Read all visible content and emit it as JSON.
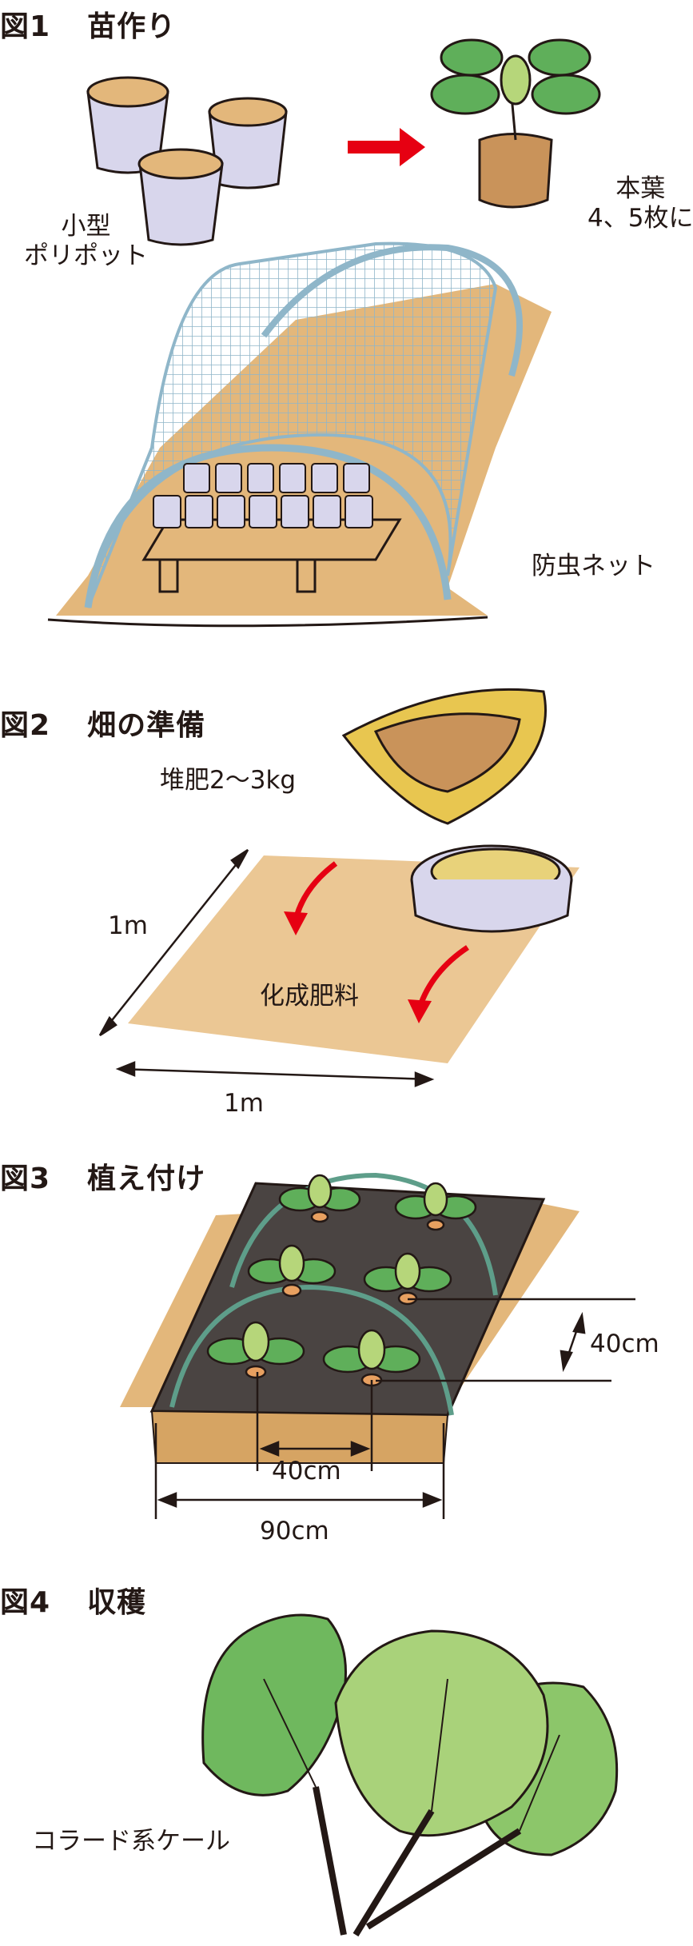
{
  "figure1": {
    "number": "図1",
    "title": "苗作り",
    "label_pot_line1": "小型",
    "label_pot_line2": "ポリポット",
    "label_leaves_line1": "本葉",
    "label_leaves_line2": "4、5枚に",
    "label_net": "防虫ネット"
  },
  "figure2": {
    "number": "図2",
    "title": "畑の準備",
    "label_compost": "堆肥2〜3kg",
    "label_fertilizer": "化成肥料",
    "label_depth": "1m",
    "label_width": "1m"
  },
  "figure3": {
    "number": "図3",
    "title": "植え付け",
    "label_row_spacing": "40cm",
    "label_plant_spacing": "40cm",
    "label_bed_width": "90cm"
  },
  "figure4": {
    "number": "図4",
    "title": "収穫",
    "label_variety": "コラード系ケール"
  },
  "colors": {
    "soil": "#E3B77B",
    "soil_dark": "#C9935A",
    "mulch": "#4A4442",
    "leaf": "#5FAF5A",
    "leaf_light": "#B6D67A",
    "net": "#8FB6C9",
    "arrow_red": "#E60012",
    "outline": "#231815"
  }
}
